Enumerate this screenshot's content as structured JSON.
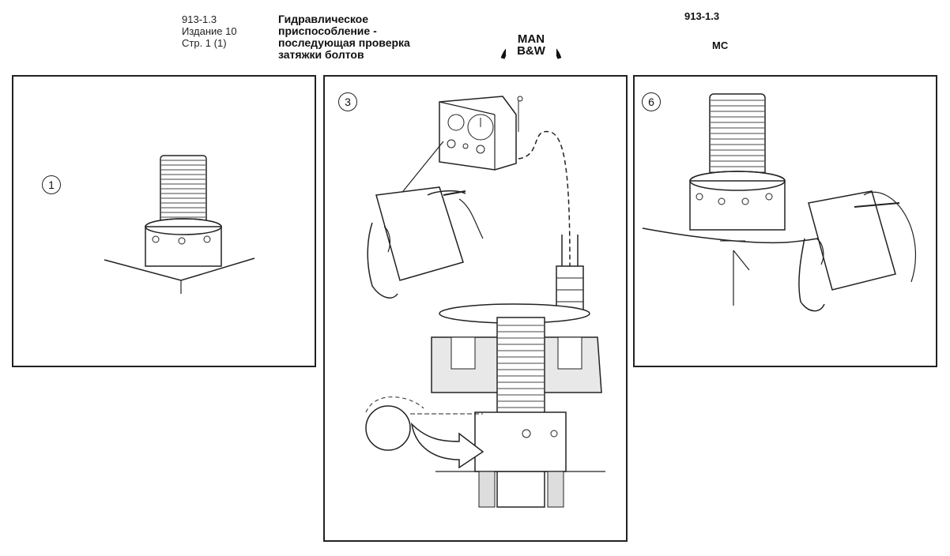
{
  "header": {
    "doc_code_left": "913-1.3",
    "edition": "Издание 10",
    "page": "Стр. 1 (1)",
    "title_lines": [
      "Гидравлическое",
      "приспособление -",
      "последующая проверка",
      "затяжки болтов"
    ],
    "logo_top": "MAN",
    "logo_bottom": "B&W",
    "doc_code_right": "913-1.3",
    "series": "MC"
  },
  "panels": [
    {
      "step": "1"
    },
    {
      "step": "3"
    },
    {
      "step": "6"
    }
  ]
}
